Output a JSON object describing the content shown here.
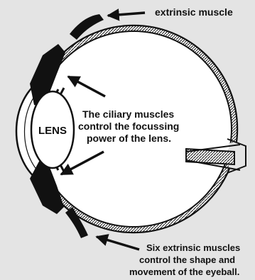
{
  "labels": {
    "extrinsic_muscle": "extrinsic muscle",
    "lens": "LENS",
    "ciliary_line1": "The ciliary muscles",
    "ciliary_line2": "control the focussing",
    "ciliary_line3": "power of the lens.",
    "six_line1": "Six extrinsic muscles",
    "six_line2": "control the shape and",
    "six_line3": "movement of the eyeball."
  },
  "colors": {
    "background": "#e4e4e4",
    "ink": "#111111",
    "eyeball_fill": "#ffffff"
  }
}
